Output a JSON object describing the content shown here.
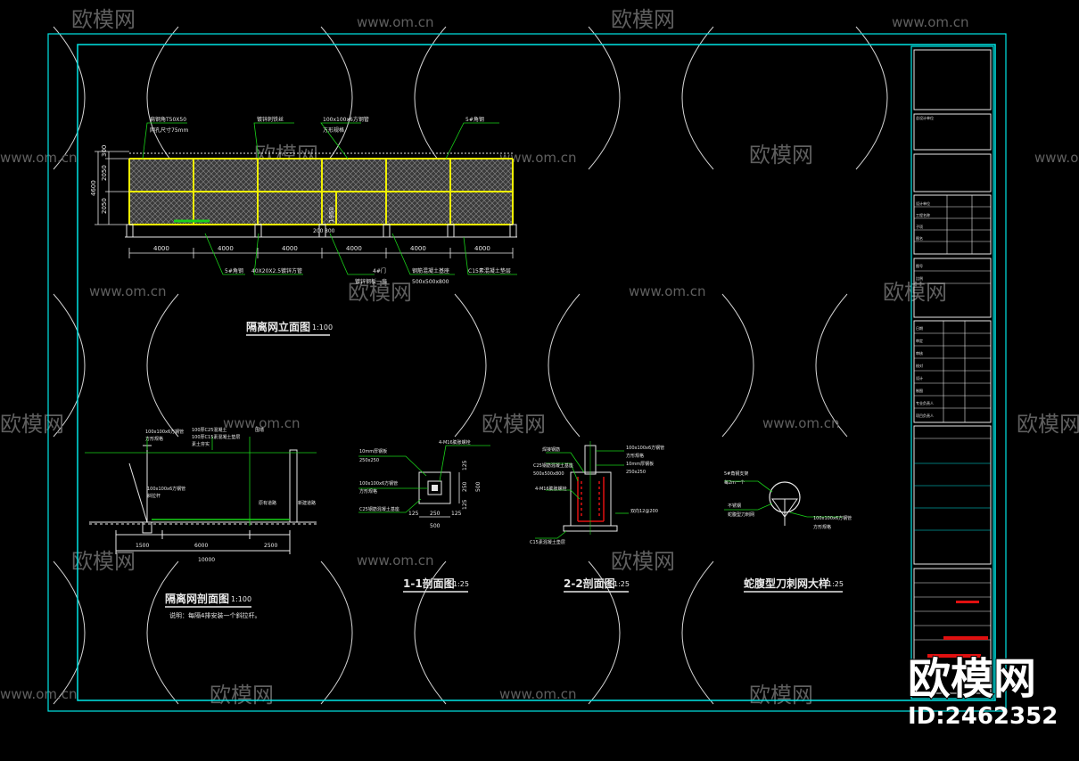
{
  "watermark": {
    "brand": "欧模网",
    "url": "www.om.cn",
    "logo": "欧模网",
    "id_label": "ID:2462352"
  },
  "drawings": {
    "elevation": {
      "title": "隔离网立面图",
      "scale": "1:100",
      "dims_bottom": [
        "4000",
        "4000",
        "4000",
        "4000",
        "4000",
        "4000"
      ],
      "dims_left": [
        "300",
        "2050",
        "2050",
        "4600"
      ],
      "gate_dims": [
        "200",
        "800"
      ],
      "gate_height": "1950",
      "labels": [
        "扁钢角T50X50",
        "网孔尺寸75mm",
        "镀锌刺铁丝",
        "100x100x6方钢管",
        "方形规格",
        "5#角钢",
        "5#角钢",
        "40X20X2.5镀锌方管",
        "4#门",
        "镀锌钢板一扇",
        "钢筋混凝土基座",
        "500x500x800",
        "C15素混凝土垫层"
      ]
    },
    "section": {
      "title": "隔离网剖面图",
      "scale": "1:100",
      "note": "说明：每隔4排安装一个斜拉杆。",
      "dims": [
        "1500",
        "6000",
        "2500",
        "10000"
      ],
      "labels": [
        "100x100x6方钢管",
        "方形规格",
        "100厚C25混凝土",
        "100厚C15素混凝土垫层",
        "素土夯实",
        "围墙",
        "100x100x6方钢管",
        "斜拉杆",
        "原有道路",
        "新建道路"
      ]
    },
    "sec11": {
      "title": "1-1剖面图",
      "scale": "1:25",
      "dims": [
        "125",
        "250",
        "125",
        "500",
        "125",
        "250",
        "125",
        "500"
      ],
      "labels": [
        "10mm厚钢板",
        "250x250",
        "4-M16膨胀螺栓",
        "100x100x6方钢管",
        "方形规格",
        "C25钢筋混凝土基座"
      ]
    },
    "sec22": {
      "title": "2-2剖面图",
      "scale": "1:25",
      "labels": [
        "100x100x6方钢管",
        "方形规格",
        "10mm厚钢板",
        "250x250",
        "C25钢筋混凝土基座",
        "500x500x800",
        "4-M16膨胀螺栓",
        "双向12@200",
        "C15素混凝土垫层",
        "焊接钢筋"
      ]
    },
    "razor": {
      "title": "蛇腹型刀刺网大样",
      "scale": "1:25",
      "labels": [
        "5#角钢支架",
        "每2m一个",
        "不锈钢",
        "蛇腹型刀刺网",
        "100x100x6方钢管",
        "方形规格"
      ]
    }
  },
  "title_block": {
    "rows": [
      "总设计单位",
      "设计单位",
      "工程名称",
      "子项",
      "图名",
      "图号",
      "比例",
      "日期",
      "审定",
      "审核",
      "校对",
      "设计",
      "制图",
      "专业负责人",
      "项目负责人"
    ]
  }
}
